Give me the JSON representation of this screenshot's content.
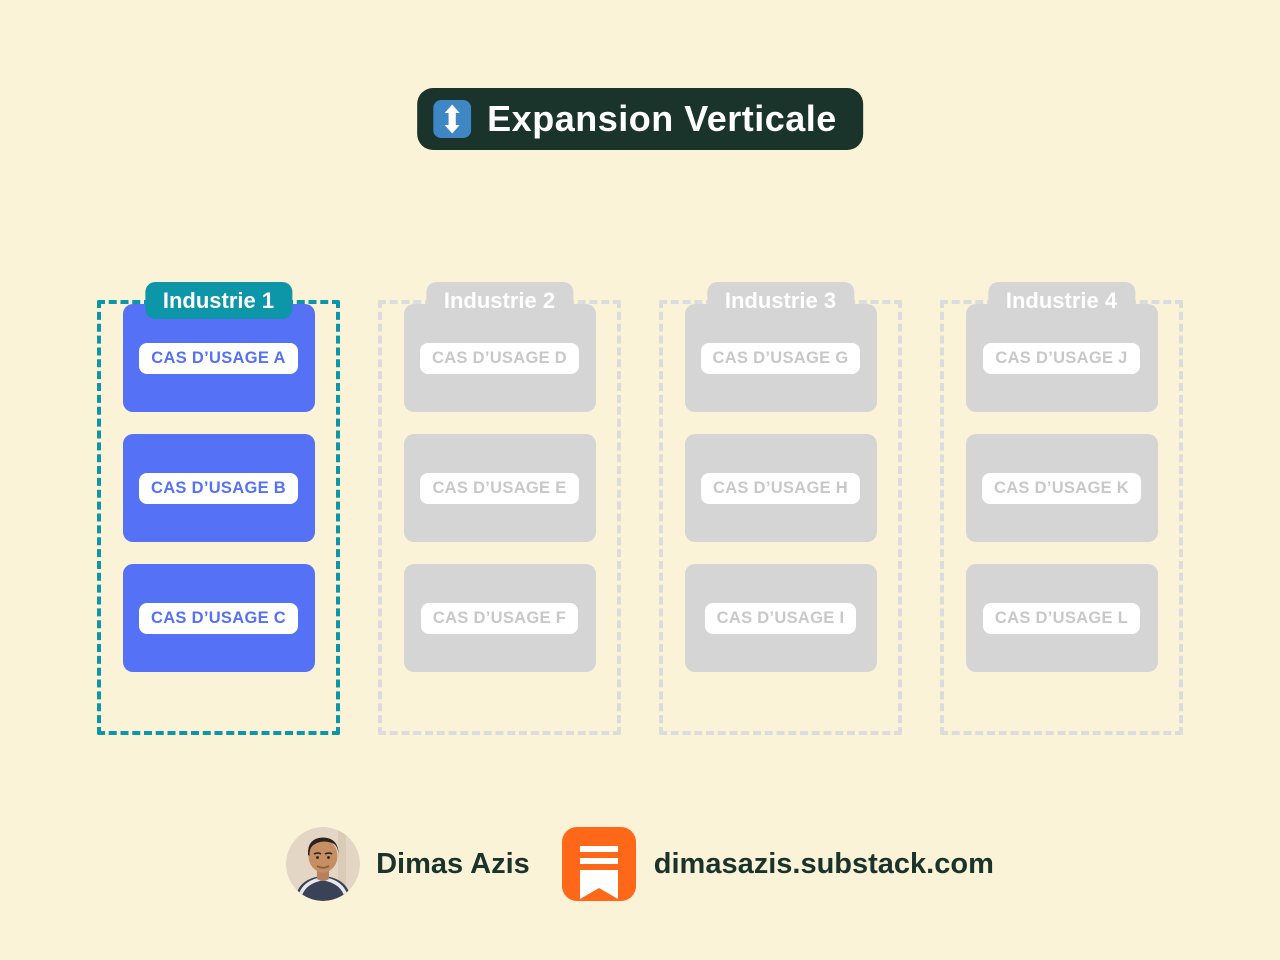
{
  "title": {
    "icon": "up-down-arrow-icon",
    "text": "Expansion Verticale"
  },
  "columns": [
    {
      "label": "Industrie 1",
      "active": true,
      "cases": [
        "CAS D’USAGE A",
        "CAS D’USAGE B",
        "CAS D’USAGE C"
      ]
    },
    {
      "label": "Industrie 2",
      "active": false,
      "cases": [
        "CAS D’USAGE D",
        "CAS D’USAGE E",
        "CAS D’USAGE F"
      ]
    },
    {
      "label": "Industrie 3",
      "active": false,
      "cases": [
        "CAS D’USAGE G",
        "CAS D’USAGE H",
        "CAS D’USAGE I"
      ]
    },
    {
      "label": "Industrie 4",
      "active": false,
      "cases": [
        "CAS D’USAGE J",
        "CAS D’USAGE K",
        "CAS D’USAGE L"
      ]
    }
  ],
  "footer": {
    "author": "Dimas Azis",
    "site": "dimasazis.substack.com"
  },
  "colors": {
    "background": "#FBF3D8",
    "title_bg": "#1A332B",
    "title_icon_bg": "#3E86C4",
    "accent_teal": "#0D96A8",
    "accent_blue": "#5571F5",
    "inactive_gray": "#D5D5D5",
    "inactive_border": "#DCDCDC",
    "inactive_text": "#C8C8C8",
    "substack_orange": "#FF6719",
    "text_dark": "#1A332B"
  }
}
